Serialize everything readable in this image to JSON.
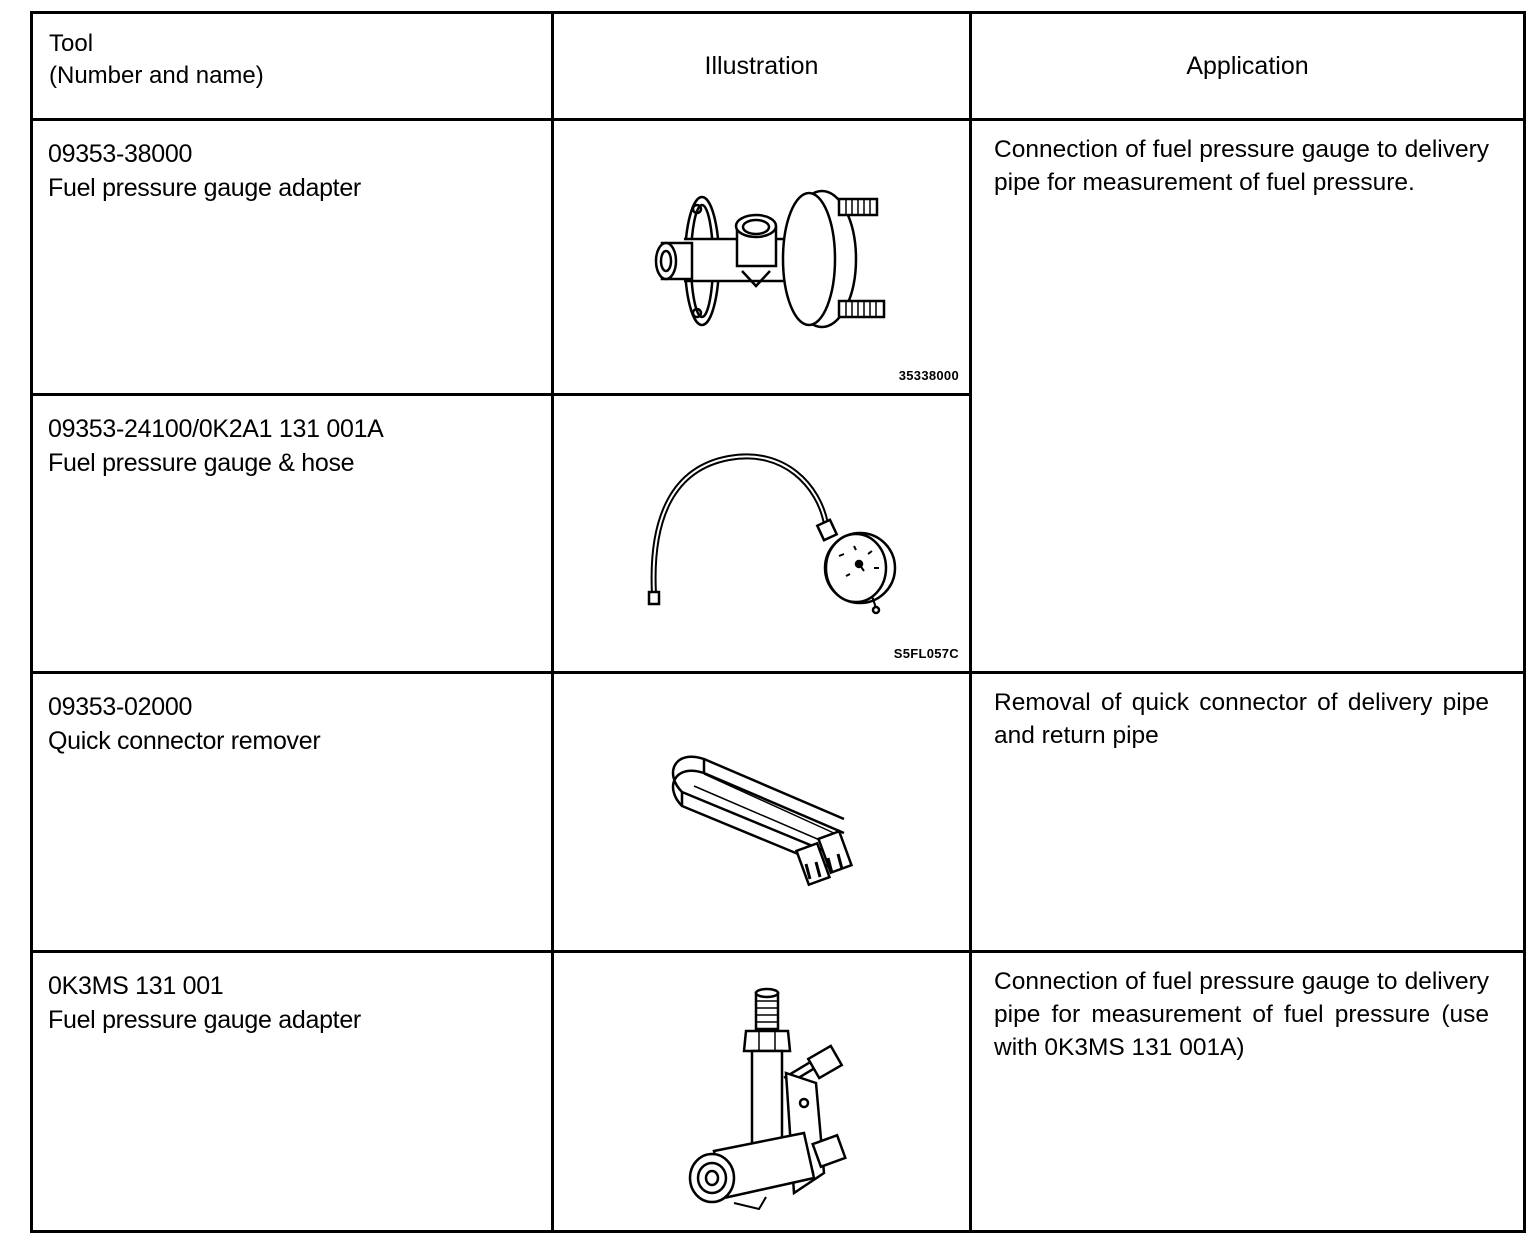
{
  "header": {
    "tool_line1": "Tool",
    "tool_line2": "(Number and name)",
    "illustration": "Illustration",
    "application": "Application"
  },
  "rows": [
    {
      "number": "09353-38000",
      "name": "Fuel pressure gauge adapter",
      "illustration_code": "35338000",
      "application": "Connection of fuel pressure gauge to delivery pipe for measurement of fuel pressure."
    },
    {
      "number": "09353-24100/0K2A1 131 001A",
      "name": "Fuel pressure gauge & hose",
      "illustration_code": "S5FL057C",
      "application": ""
    },
    {
      "number": "09353-02000",
      "name": "Quick connector remover",
      "illustration_code": "",
      "application": "Removal of quick connector of delivery pipe and return pipe"
    },
    {
      "number": "0K3MS 131 001",
      "name": "Fuel pressure gauge adapter",
      "illustration_code": "",
      "application": "Connection of fuel pressure gauge to delivery pipe for measurement of fuel pressure (use with 0K3MS 131 001A)"
    }
  ]
}
